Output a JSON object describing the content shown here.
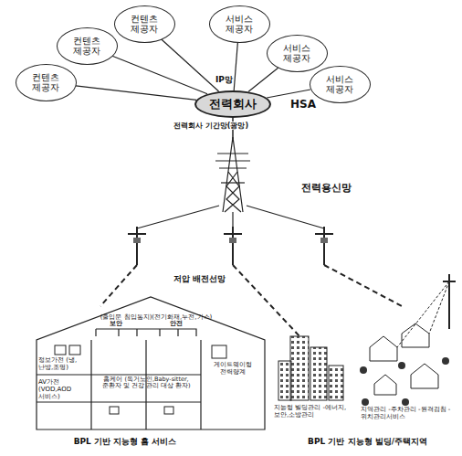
{
  "diagram": {
    "nodes": [
      {
        "text": [
          "컨텐츠 제공자"
        ]
      },
      {
        "text": [
          "컨텐츠 제공자"
        ]
      },
      {
        "text": [
          "컨텐츠 제공자"
        ]
      },
      {
        "text": [
          "서비스 제공자"
        ]
      },
      {
        "text": [
          "서비스 제공자"
        ]
      },
      {
        "text": [
          "서비스 제공자"
        ]
      },
      {
        "text": [
          "전력회사"
        ]
      }
    ],
    "edges": [
      {
        "from": 0,
        "to": 6,
        "arrow": "none"
      },
      {
        "from": 1,
        "to": 6,
        "arrow": "none"
      },
      {
        "from": 2,
        "to": 6,
        "arrow": "none"
      },
      {
        "from": 3,
        "to": 6,
        "arrow": "none"
      },
      {
        "from": 4,
        "to": 6,
        "arrow": "none"
      },
      {
        "from": 5,
        "to": 6,
        "arrow": "none"
      }
    ],
    "labels": [
      "IP망",
      "HSA",
      "전력회사 기간망(광망)",
      "전력용신망",
      "저압 배전선망",
      "(출입문 침입통지)(전기화재,누전,가스)",
      "보안",
      "안전",
      "정보가전 (냉,난방,조명)",
      "AV가전 (VOD,AOD 서비스)",
      "게이트웨이형 전력량계",
      "홈케어 (독거노인,Baby-sitter, 준환자 및 건강 관리 대상 환자)",
      "지능형 빌딩관리 -에너지,보안,소방관리",
      "지역관리 -주차관리 -원격검침 -위치관리서비스",
      "BPL 기반 지능형 홈 서비스",
      "BPL 기반 지능형 빌딩/주택지역"
    ]
  }
}
